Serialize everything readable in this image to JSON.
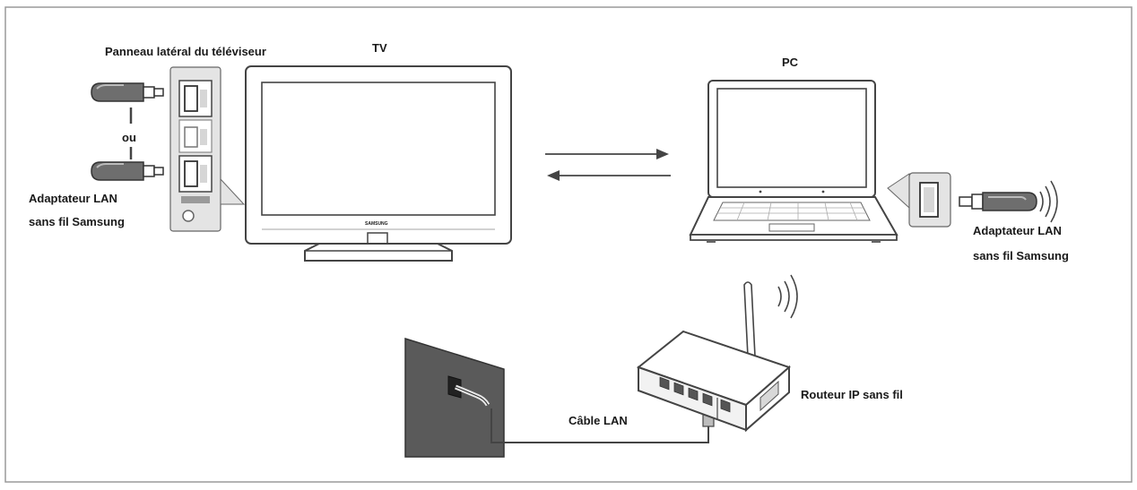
{
  "labels": {
    "side_panel": "Panneau latéral du téléviseur",
    "tv": "TV",
    "pc": "PC",
    "or": "ou",
    "adapter_tv_line1": "Adaptateur LAN",
    "adapter_tv_line2": "sans fil Samsung",
    "adapter_pc_line1": "Adaptateur LAN",
    "adapter_pc_line2": "sans fil Samsung",
    "lan_cable": "Câble LAN",
    "router": "Routeur IP sans fil",
    "tv_brand": "SAMSUNG"
  },
  "colors": {
    "stroke": "#444444",
    "panel_fill": "#e4e4e4",
    "wall_fill": "#5a5a5a",
    "dongle_fill": "#6e6e6e"
  }
}
